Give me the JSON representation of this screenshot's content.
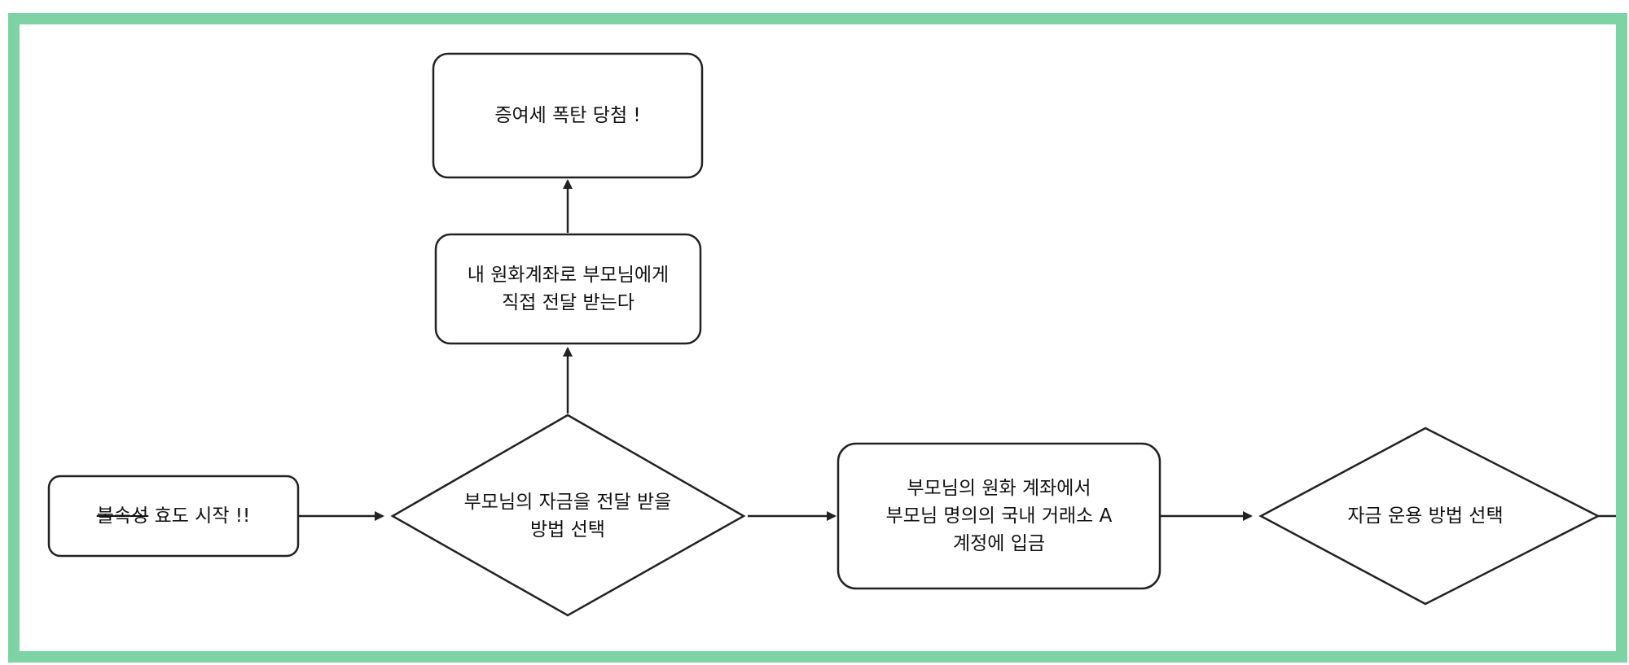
{
  "colors": {
    "frame": "#7dd3a4",
    "stroke": "#222222",
    "text": "#111111"
  },
  "nodes": {
    "start": {
      "struck": "불속성",
      "rest": " 효도 시작 !!"
    },
    "decision_receive": {
      "line1": "부모님의 자금을 전달 받을",
      "line2": "방법 선택"
    },
    "direct_receive": {
      "line1": "내 원화계좌로 부모님에게",
      "line2": "직접 전달 받는다"
    },
    "gift_tax": {
      "text": "증여세 폭탄 당첨 !"
    },
    "deposit_exchange": {
      "line1": "부모님의 원화 계좌에서",
      "line2": "부모님 명의의 국내 거래소 A",
      "line3": "계정에 입금"
    },
    "decision_use": {
      "text": "자금 운용 방법 선택"
    }
  }
}
